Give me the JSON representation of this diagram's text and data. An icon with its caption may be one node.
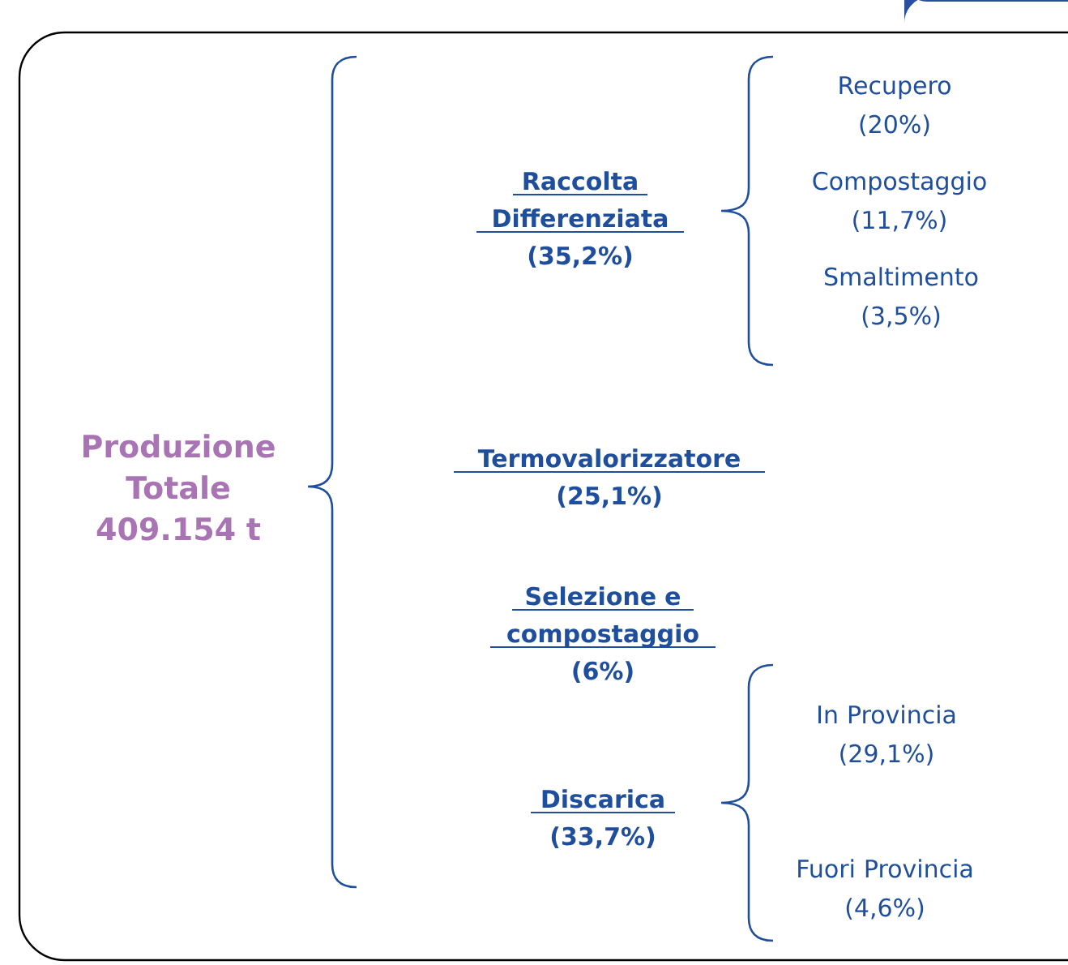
{
  "diagram": {
    "nodes": [
      {
        "text": [
          "Produzione Totale",
          "409.154 t"
        ]
      },
      {
        "text": [
          "Raccolta Differenziata",
          "(35,2%)"
        ]
      },
      {
        "text": [
          "Recupero",
          "(20%)"
        ]
      },
      {
        "text": [
          "Compostaggio",
          "(11,7%)"
        ]
      },
      {
        "text": [
          "Smaltimento",
          "(3,5%)"
        ]
      },
      {
        "text": [
          "Termovalorizzatore",
          "(25,1%)"
        ]
      },
      {
        "text": [
          "Selezione e compostaggio",
          "(6%)"
        ]
      },
      {
        "text": [
          "Discarica",
          "(33,7%)"
        ]
      },
      {
        "text": [
          "In Provincia",
          "(29,1%)"
        ]
      },
      {
        "text": [
          "Fuori Provincia",
          "(4,6%)"
        ]
      }
    ]
  }
}
